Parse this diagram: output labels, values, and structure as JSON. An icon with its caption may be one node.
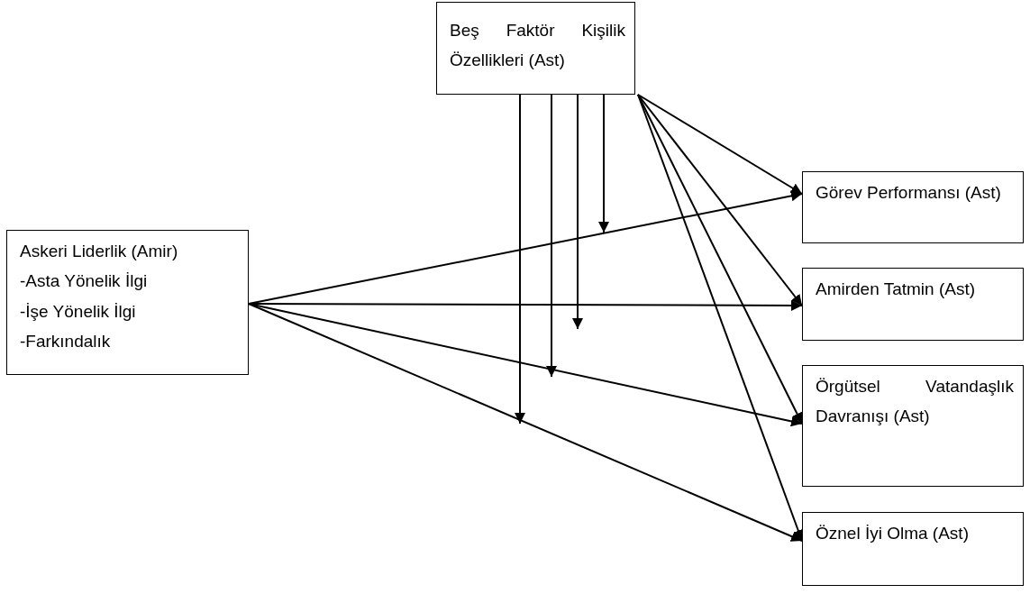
{
  "diagram": {
    "nodes": [
      {
        "text": [
          "Beş Faktör Kişilik Özellikleri (Ast)"
        ]
      },
      {
        "text": [
          "Askeri Liderlik (Amir)",
          "-Asta Yönelik İlgi",
          "-İşe Yönelik İlgi",
          "-Farkındalık"
        ]
      },
      {
        "text": [
          "Görev Performansı (Ast)"
        ]
      },
      {
        "text": [
          "Amirden Tatmin (Ast)"
        ]
      },
      {
        "text": [
          "Örgütsel Vatandaşlık Davranışı (Ast)"
        ]
      },
      {
        "text": [
          "Öznel İyi Olma (Ast)"
        ]
      }
    ],
    "edges": [
      {
        "from": 1,
        "to": 2,
        "arrow": "to"
      },
      {
        "from": 1,
        "to": 3,
        "arrow": "to"
      },
      {
        "from": 1,
        "to": 4,
        "arrow": "to"
      },
      {
        "from": 1,
        "to": 5,
        "arrow": "to"
      },
      {
        "from": 0,
        "to": 2,
        "arrow": "to"
      },
      {
        "from": 0,
        "to": 3,
        "arrow": "to"
      },
      {
        "from": 0,
        "to": 4,
        "arrow": "to"
      },
      {
        "from": 0,
        "to": 5,
        "arrow": "to"
      },
      {
        "from": 0,
        "to": null,
        "arrow": "to"
      },
      {
        "from": 0,
        "to": null,
        "arrow": "to"
      },
      {
        "from": 0,
        "to": null,
        "arrow": "to"
      },
      {
        "from": 0,
        "to": null,
        "arrow": "to"
      }
    ]
  }
}
